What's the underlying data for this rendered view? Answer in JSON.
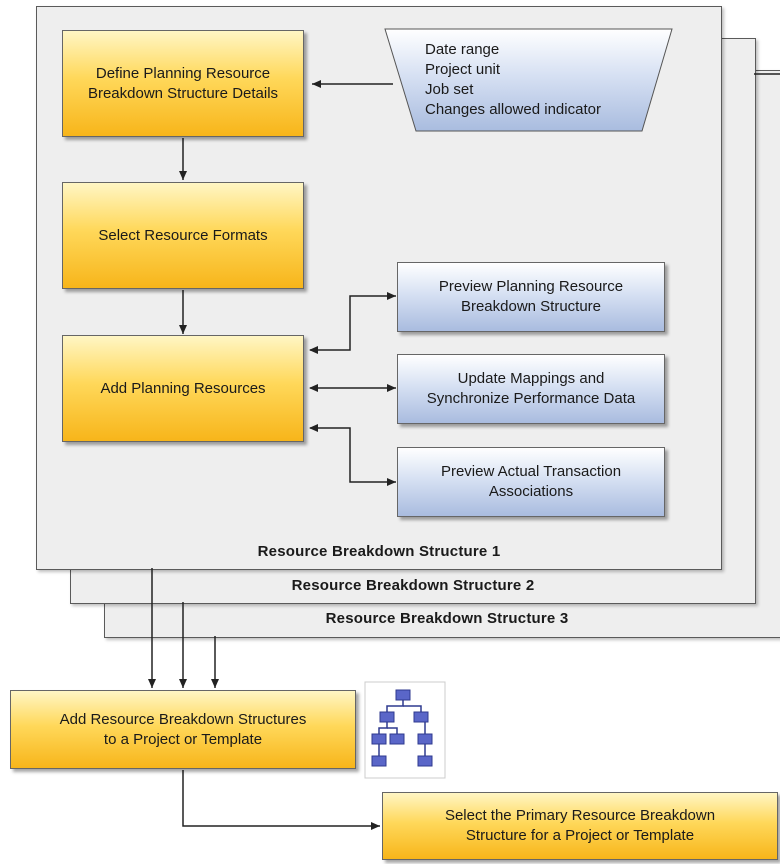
{
  "panels": {
    "rbs1": "Resource Breakdown Structure 1",
    "rbs2": "Resource Breakdown Structure 2",
    "rbs3": "Resource Breakdown Structure 3"
  },
  "boxes": {
    "define_details": [
      "Define Planning Resource",
      "Breakdown Structure Details"
    ],
    "select_formats": "Select Resource Formats",
    "add_planning_resources": "Add Planning Resources",
    "preview_rbs": [
      "Preview Planning Resource",
      "Breakdown Structure"
    ],
    "update_mappings": [
      "Update Mappings and",
      "Synchronize Performance Data"
    ],
    "preview_actual": [
      "Preview Actual Transaction",
      "Associations"
    ],
    "add_rbs_to_project": [
      "Add Resource Breakdown Structures",
      "to a Project or Template"
    ],
    "select_primary": [
      "Select the Primary Resource Breakdown",
      "Structure for a Project or Template"
    ]
  },
  "inputs": [
    "Date range",
    "Project unit",
    "Job set",
    "Changes allowed indicator"
  ],
  "colors": {
    "orange_top": "#fff6c4",
    "orange_bottom": "#f7b51a",
    "blue_top": "#ffffff",
    "blue_bottom": "#a9bcdf",
    "panel_bg": "#eeeeee",
    "hierarchy_icon": "#5a66c8"
  },
  "icons": {
    "hierarchy": "hierarchy-structure-icon"
  }
}
